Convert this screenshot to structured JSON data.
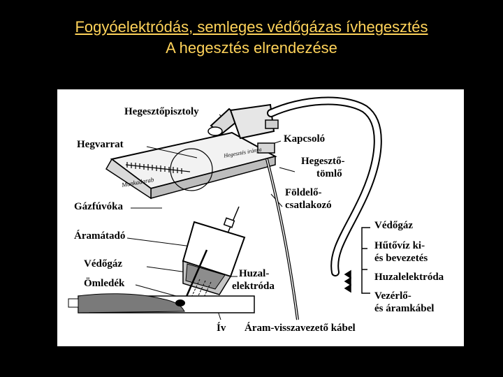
{
  "slide": {
    "title_line1": "Fogyóelektródás, semleges védőgázas ívhegesztés",
    "title_line2": "A hegesztés elrendezése"
  },
  "diagram": {
    "labels": {
      "hegesztopisztoly": "Hegesztőpisztoly",
      "hegvarrat": "Hegvarrat",
      "kapcsolo": "Kapcsoló",
      "hegeszto_tomlo_1": "Hegesztő-",
      "hegeszto_tomlo_2": "tömlő",
      "gazfuvoka": "Gázfúvóka",
      "foldelo_1": "Földelő-",
      "foldelo_2": "csatlakozó",
      "aramatado": "Áramátadó",
      "vedogaz_right": "Védőgáz",
      "hutoviz_1": "Hűtővíz ki-",
      "hutoviz_2": "és bevezetés",
      "vedogaz_left": "Védőgáz",
      "huzal_right": "Huzalelektróda",
      "huzal_center_1": "Huzal-",
      "huzal_center_2": "elektróda",
      "omledek": "Ömledék",
      "vezerlo_1": "Vezérlő-",
      "vezerlo_2": "és áramkábel",
      "iv": "Ív",
      "aram_visszavezeto": "Áram-visszavezető kábel",
      "plate_upper": "Hegesztés iránya",
      "plate_lower": "Munkadarab"
    }
  },
  "colors": {
    "background": "#000000",
    "title": "#ffd35a",
    "figure_bg": "#ffffff",
    "ink": "#000000"
  }
}
